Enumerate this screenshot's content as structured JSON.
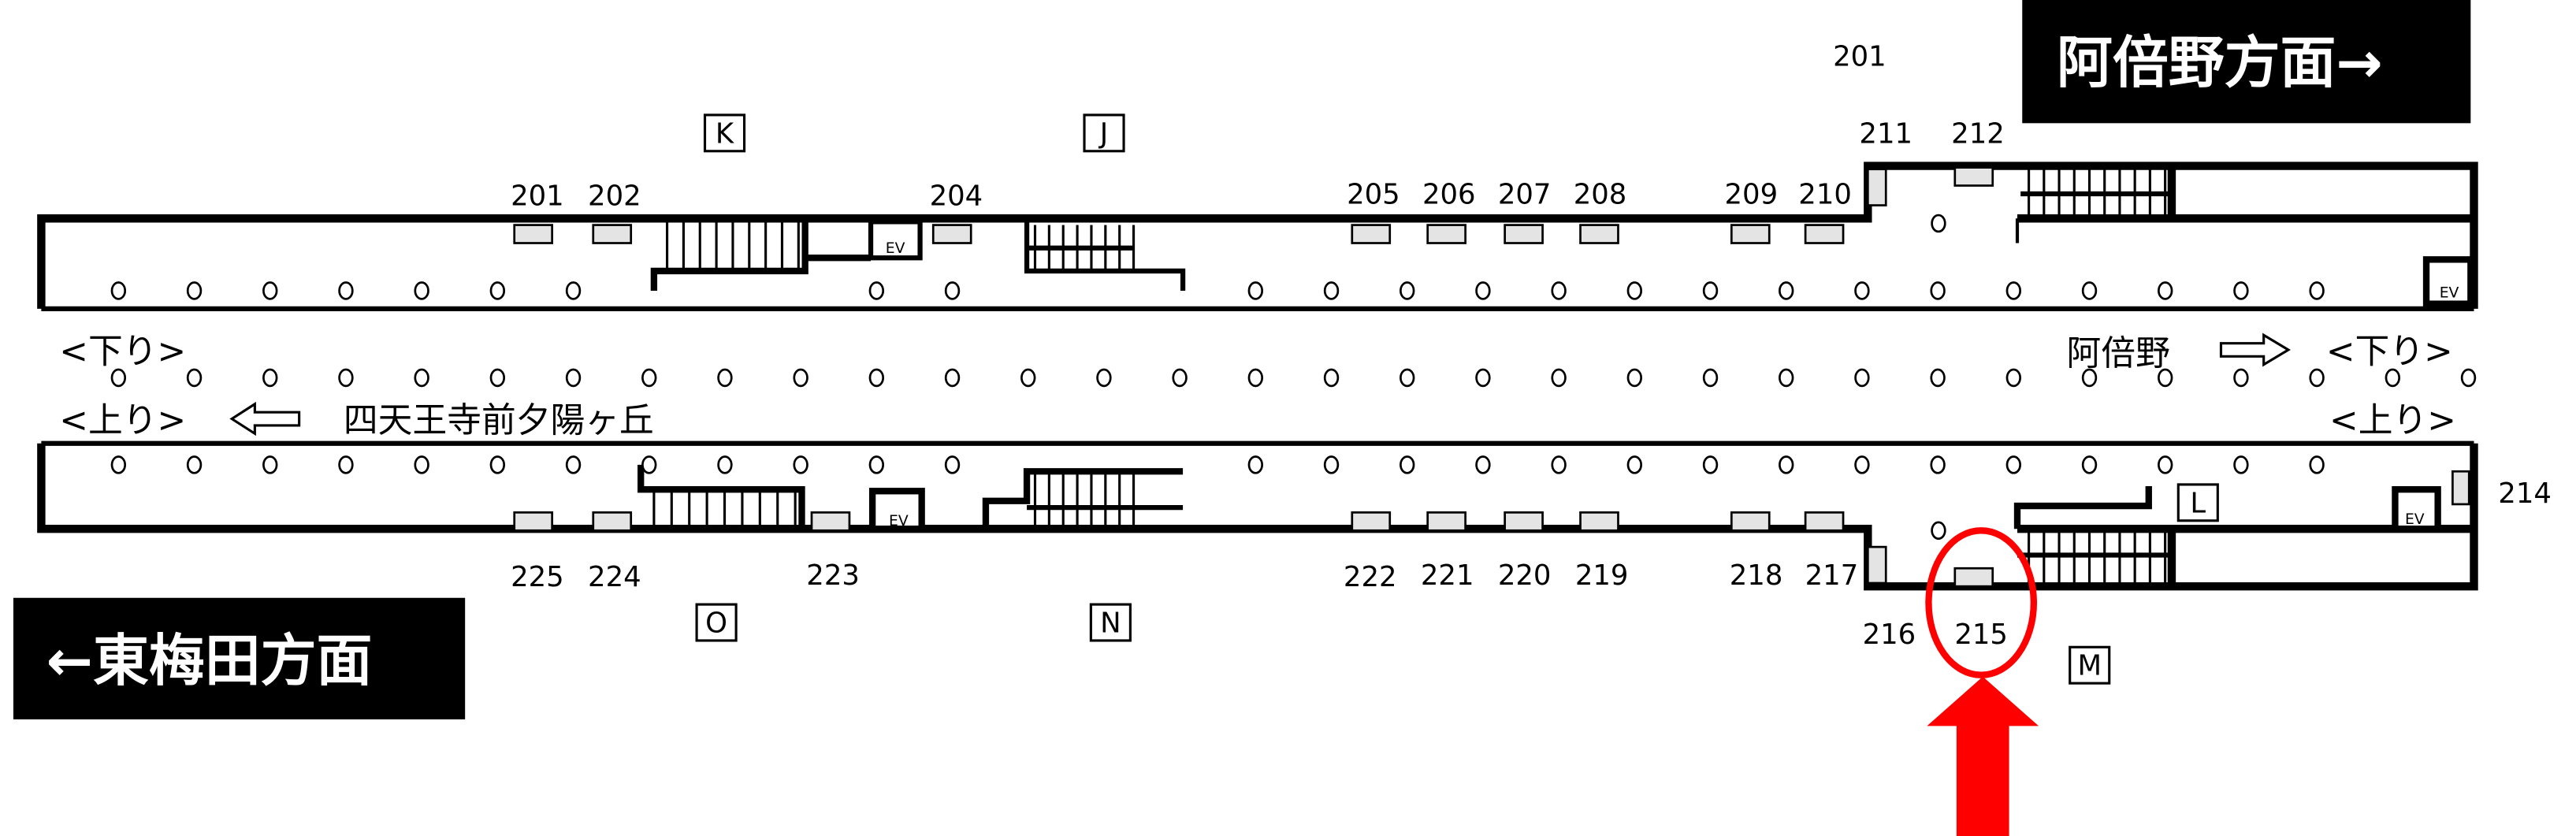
{
  "banners": {
    "right": "阿倍野方面→",
    "left": "←東梅田方面"
  },
  "direction_labels": {
    "down_left": "<下り>",
    "up_left": "<上り>",
    "down_right": "<下り>",
    "up_right": "<上り>",
    "left_destination": "四天王寺前夕陽ヶ丘",
    "right_destination": "阿倍野"
  },
  "exits": [
    "K",
    "J",
    "O",
    "N",
    "L",
    "M"
  ],
  "elevator_label": "EV",
  "top_numbers": [
    "201",
    "202",
    "204",
    "205",
    "206",
    "207",
    "208",
    "209",
    "210",
    "211",
    "212",
    "201"
  ],
  "bottom_numbers": [
    "225",
    "224",
    "223",
    "222",
    "221",
    "220",
    "219",
    "218",
    "217",
    "216",
    "215",
    "214"
  ],
  "highlight": {
    "target": "215",
    "color": "#ff0000"
  }
}
